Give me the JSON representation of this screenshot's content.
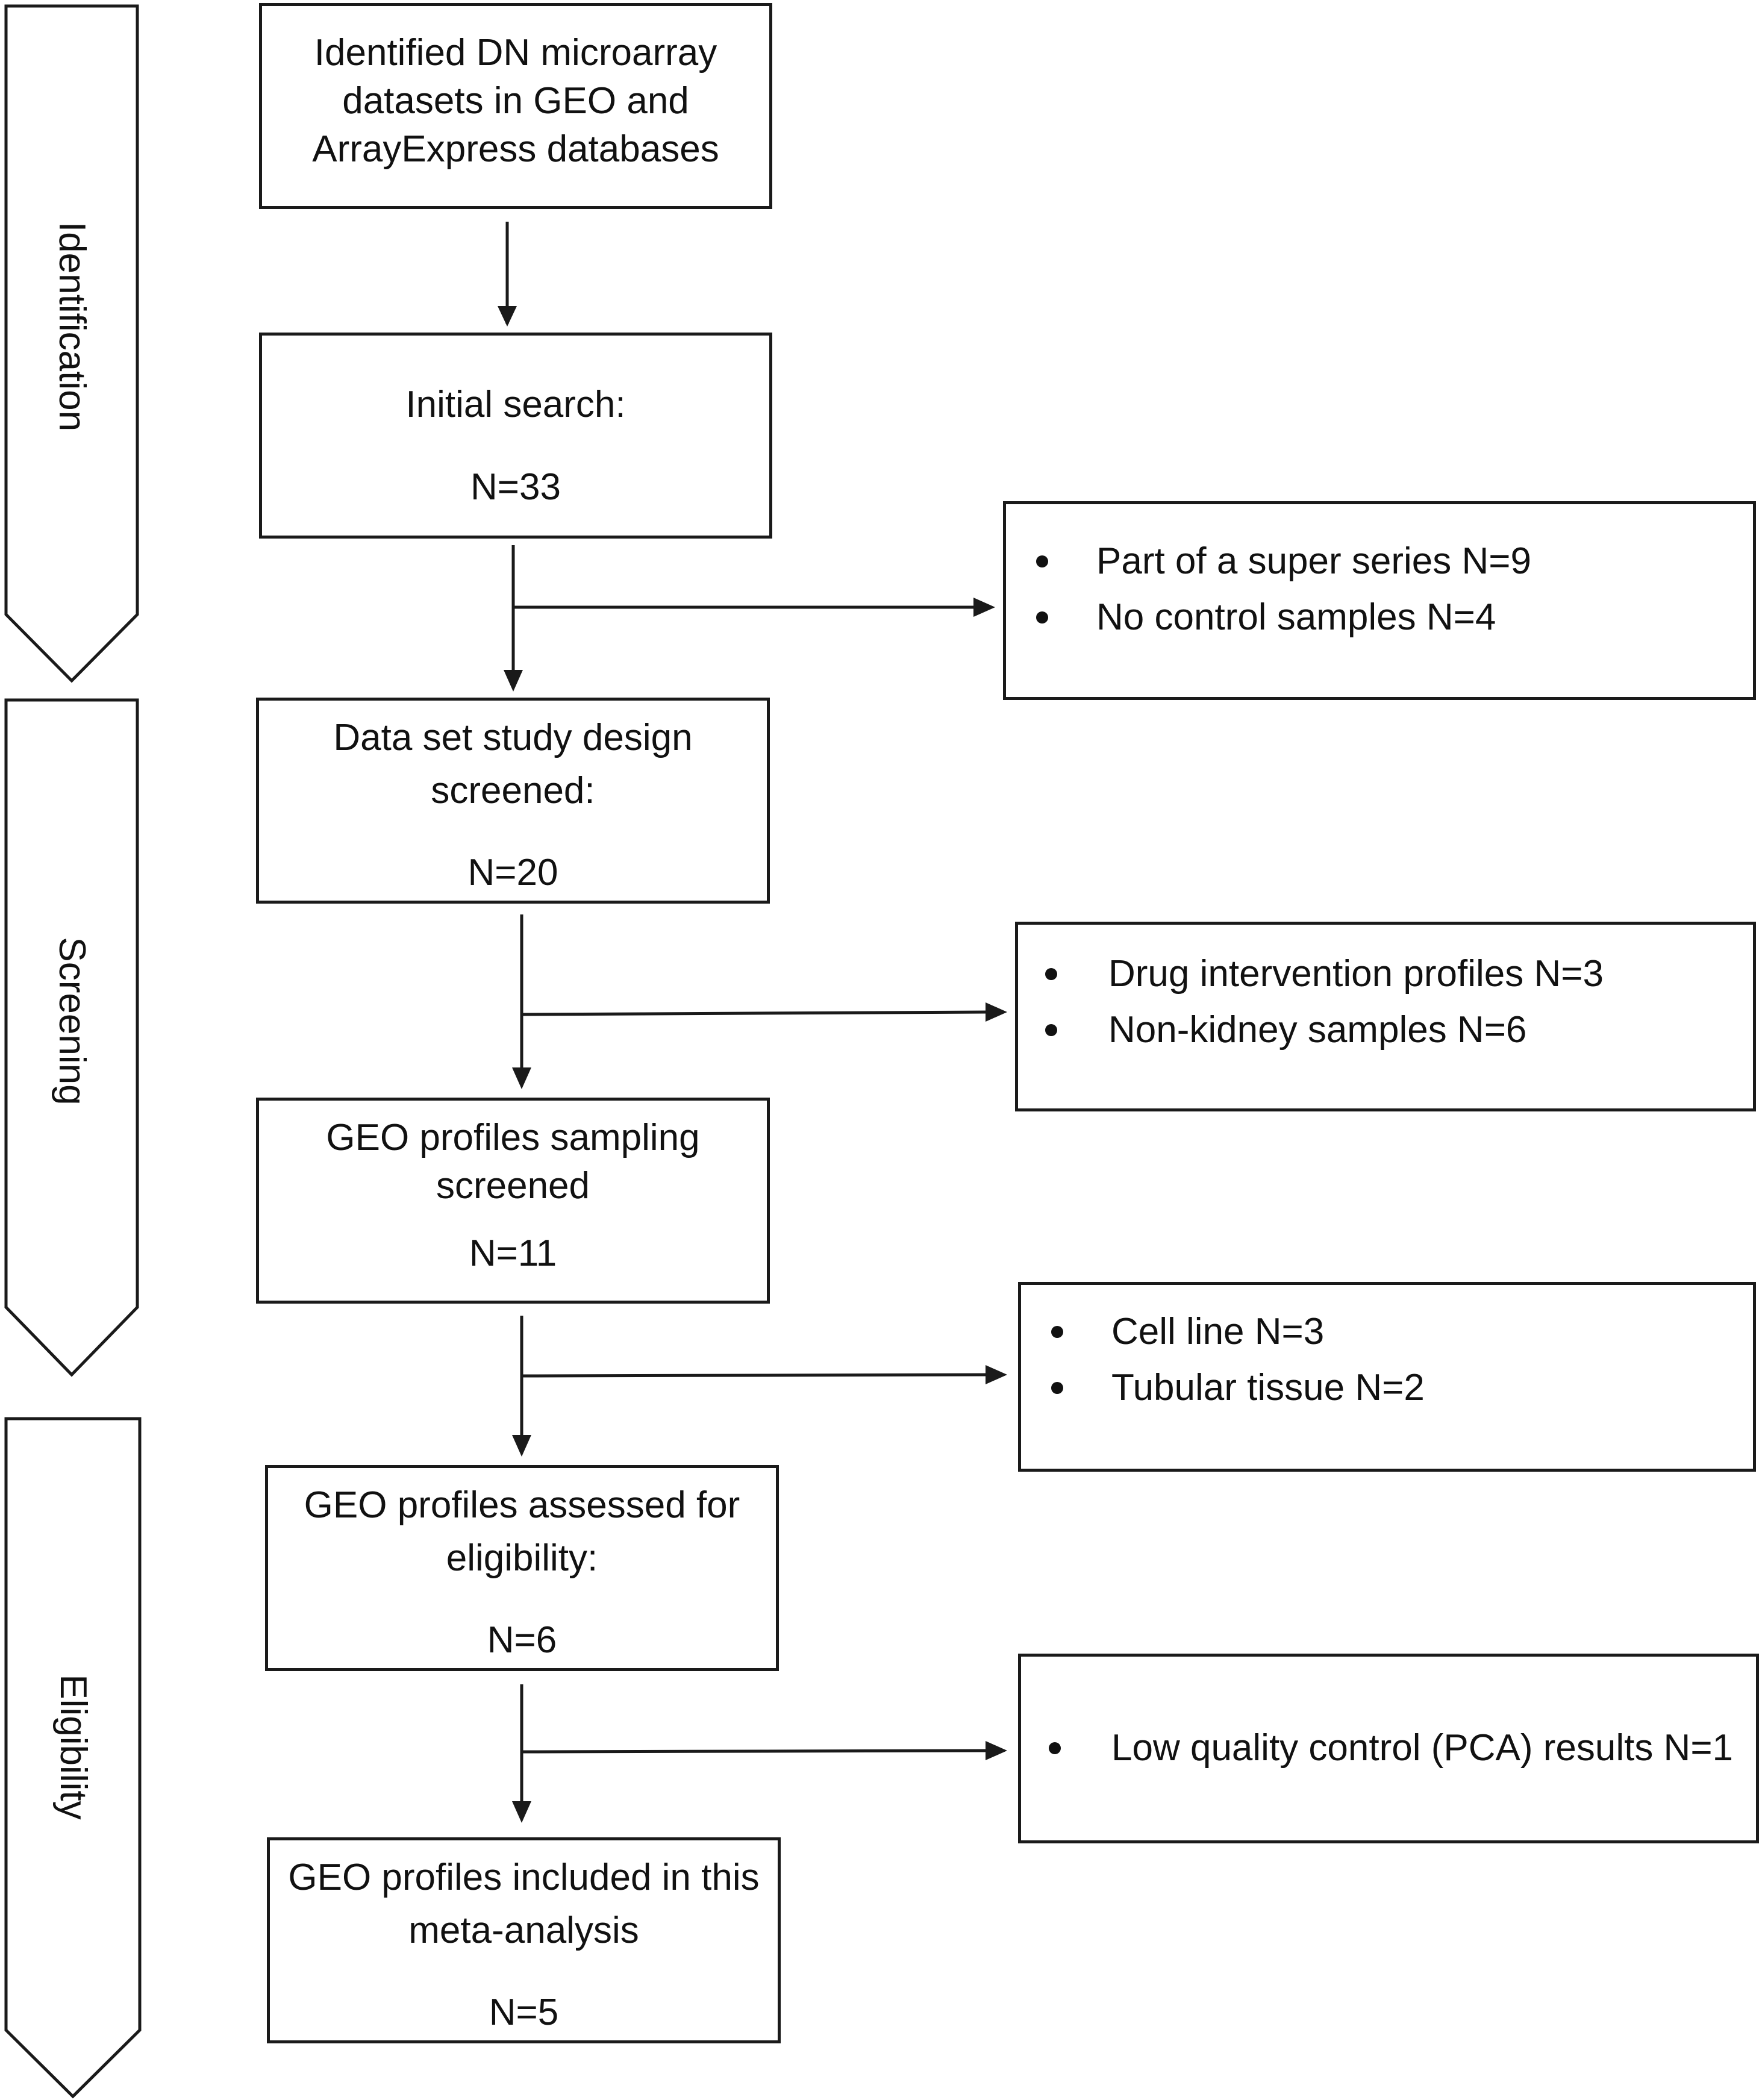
{
  "phases": [
    {
      "label": "Identification"
    },
    {
      "label": "Screening"
    },
    {
      "label": "Eligibility"
    }
  ],
  "main_boxes": [
    {
      "lines": [
        "Identified DN microarray",
        "datasets in GEO and",
        "ArrayExpress databases"
      ]
    },
    {
      "lines": [
        "Initial search:",
        "N=33"
      ]
    },
    {
      "lines": [
        "Data set study design",
        "screened:",
        "N=20"
      ]
    },
    {
      "lines": [
        "GEO profiles sampling",
        "screened",
        "N=11"
      ]
    },
    {
      "lines": [
        "GEO profiles assessed for",
        "eligibility:",
        "N=6"
      ]
    },
    {
      "lines": [
        "GEO profiles included in this",
        "meta-analysis",
        "N=5"
      ]
    }
  ],
  "exclusion_boxes": [
    {
      "items": [
        "Part of a super series N=9",
        "No control samples N=4"
      ]
    },
    {
      "items": [
        "Drug intervention profiles N=3",
        "Non-kidney samples N=6"
      ]
    },
    {
      "items": [
        "Cell line N=3",
        "Tubular tissue N=2"
      ]
    },
    {
      "items": [
        "Low quality control (PCA) results N=1"
      ]
    }
  ]
}
